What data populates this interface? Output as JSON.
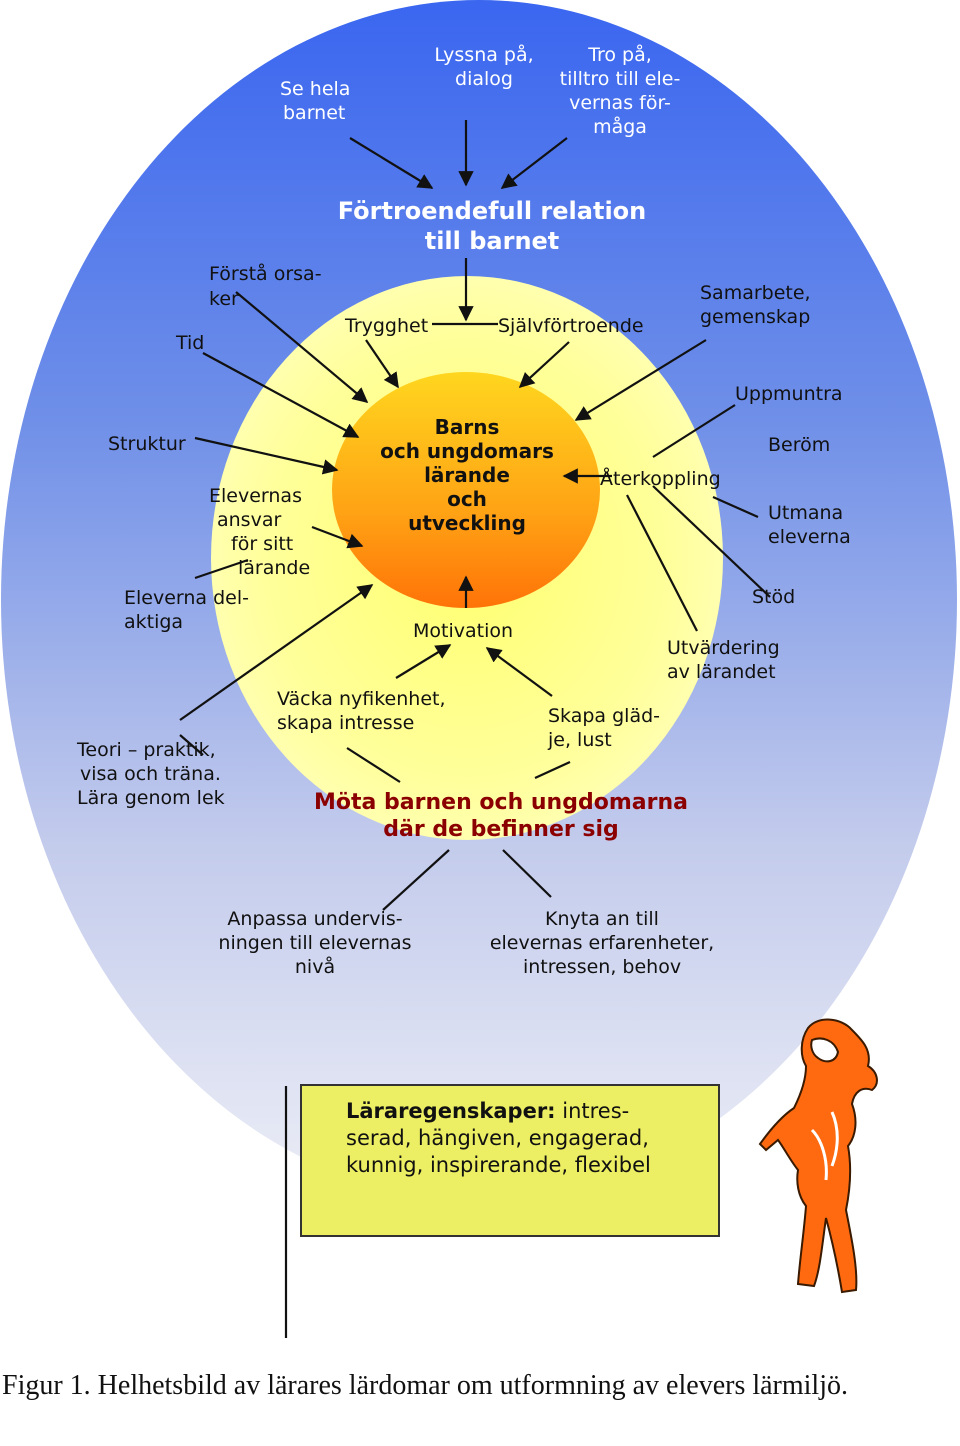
{
  "outer_ring": {
    "top_left": [
      "Se hela",
      "barnet"
    ],
    "top_mid": [
      "Lyssna på,",
      "dialog"
    ],
    "top_right": [
      "Tro på,",
      "tilltro till ele-",
      "vernas för-",
      "måga"
    ],
    "title": [
      "Förtroendefull relation",
      "till barnet"
    ],
    "forsta": [
      "Förstå orsa-",
      "ker"
    ],
    "tid": "Tid",
    "samarbete": [
      "Samarbete,",
      "gemenskap"
    ],
    "uppmuntra": "Uppmuntra",
    "struktur": "Struktur",
    "berom": "Beröm",
    "utmana": [
      "Utmana",
      "eleverna"
    ],
    "delaktiga": [
      "Eleverna del-",
      "aktiga"
    ],
    "stod": "Stöd",
    "teori": [
      "Teori – praktik,",
      "visa och träna.",
      "Lära genom lek"
    ],
    "anpassa": [
      "Anpassa undervis-",
      "ningen till elevernas",
      "nivå"
    ],
    "knyta": [
      "Knyta an till",
      "elevernas erfarenheter,",
      "intressen, behov"
    ]
  },
  "middle_ring": {
    "trygghet": "Trygghet",
    "sjalvfortroende": "Självförtroende",
    "ansvar": [
      "Elevernas",
      "ansvar",
      "för sitt",
      "lärande"
    ],
    "aterkoppling": "Återkoppling",
    "motivation": "Motivation",
    "utvardering": [
      "Utvärdering",
      "av lärandet"
    ],
    "vacka": [
      "Väcka nyfikenhet,",
      "skapa intresse"
    ],
    "gladje": [
      "Skapa gläd-",
      "je, lust"
    ],
    "mota": [
      "Möta barnen och ungdomarna",
      "där de befinner sig"
    ]
  },
  "center": {
    "lines": [
      "Barns",
      "och ungdomars",
      "lärande",
      "och",
      "utveckling"
    ]
  },
  "teacher_box": {
    "bold": "Läraregenskaper:",
    "rest_line1": " intres-",
    "line2": "serad, hängiven, engagerad,",
    "line3": "kunnig, inspirerande, flexibel"
  },
  "caption": "Figur 1. Helhetsbild av lärares lärdomar om utformning av elevers lärmiljö.",
  "colors": {
    "outer_top": "#3d6bf0",
    "outer_bottom": "#e6e8f4",
    "middle": "#ffff9e",
    "center_top": "#ffd21a",
    "center_bottom": "#ff7a0a",
    "box": "#ecee63",
    "figure": "#ff6a10"
  },
  "icons": {
    "teacher": "teacher-figure-icon"
  }
}
